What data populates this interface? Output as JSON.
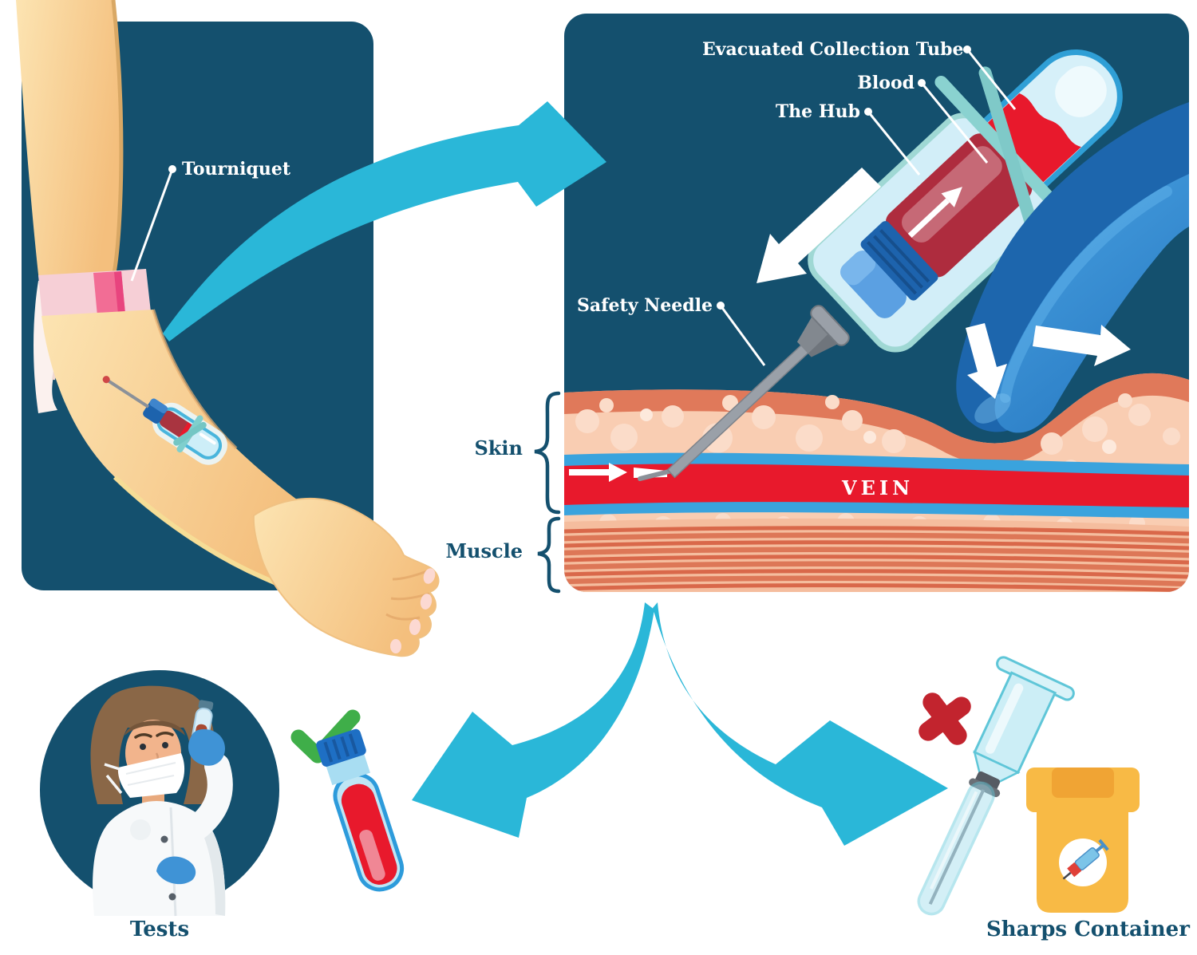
{
  "arm_panel": {
    "tourniquet_label": "Tourniquet"
  },
  "closeup_panel": {
    "evacuated_tube_label": "Evacuated Collection Tube",
    "blood_label": "Blood",
    "hub_label": "The Hub",
    "safety_needle_label": "Safety Needle",
    "skin_label": "Skin",
    "muscle_label": "Muscle",
    "vein_label": "VEIN"
  },
  "outcomes": {
    "tests_label": "Tests",
    "sharps_label": "Sharps Container"
  },
  "colors": {
    "panel_navy": "#14506e",
    "flow_cyan": "#2ab7d8",
    "blood_red": "#e8192c",
    "dark_blood": "#ae2c3e",
    "vein_blue": "#3aa3dd",
    "approve_green": "#3fae49",
    "reject_red": "#c2242e",
    "container_yellow": "#f8ba45",
    "glove_blue": "#2e86d4",
    "skin_tone": "#f6c583",
    "dermis_peach": "#f9cdb2",
    "epidermis": "#e0795a",
    "tourniquet_pink": "#f26d95"
  },
  "icons": {
    "approve": "checkmark-icon",
    "reject": "cross-icon",
    "flow": "curved-arrow-icon"
  }
}
